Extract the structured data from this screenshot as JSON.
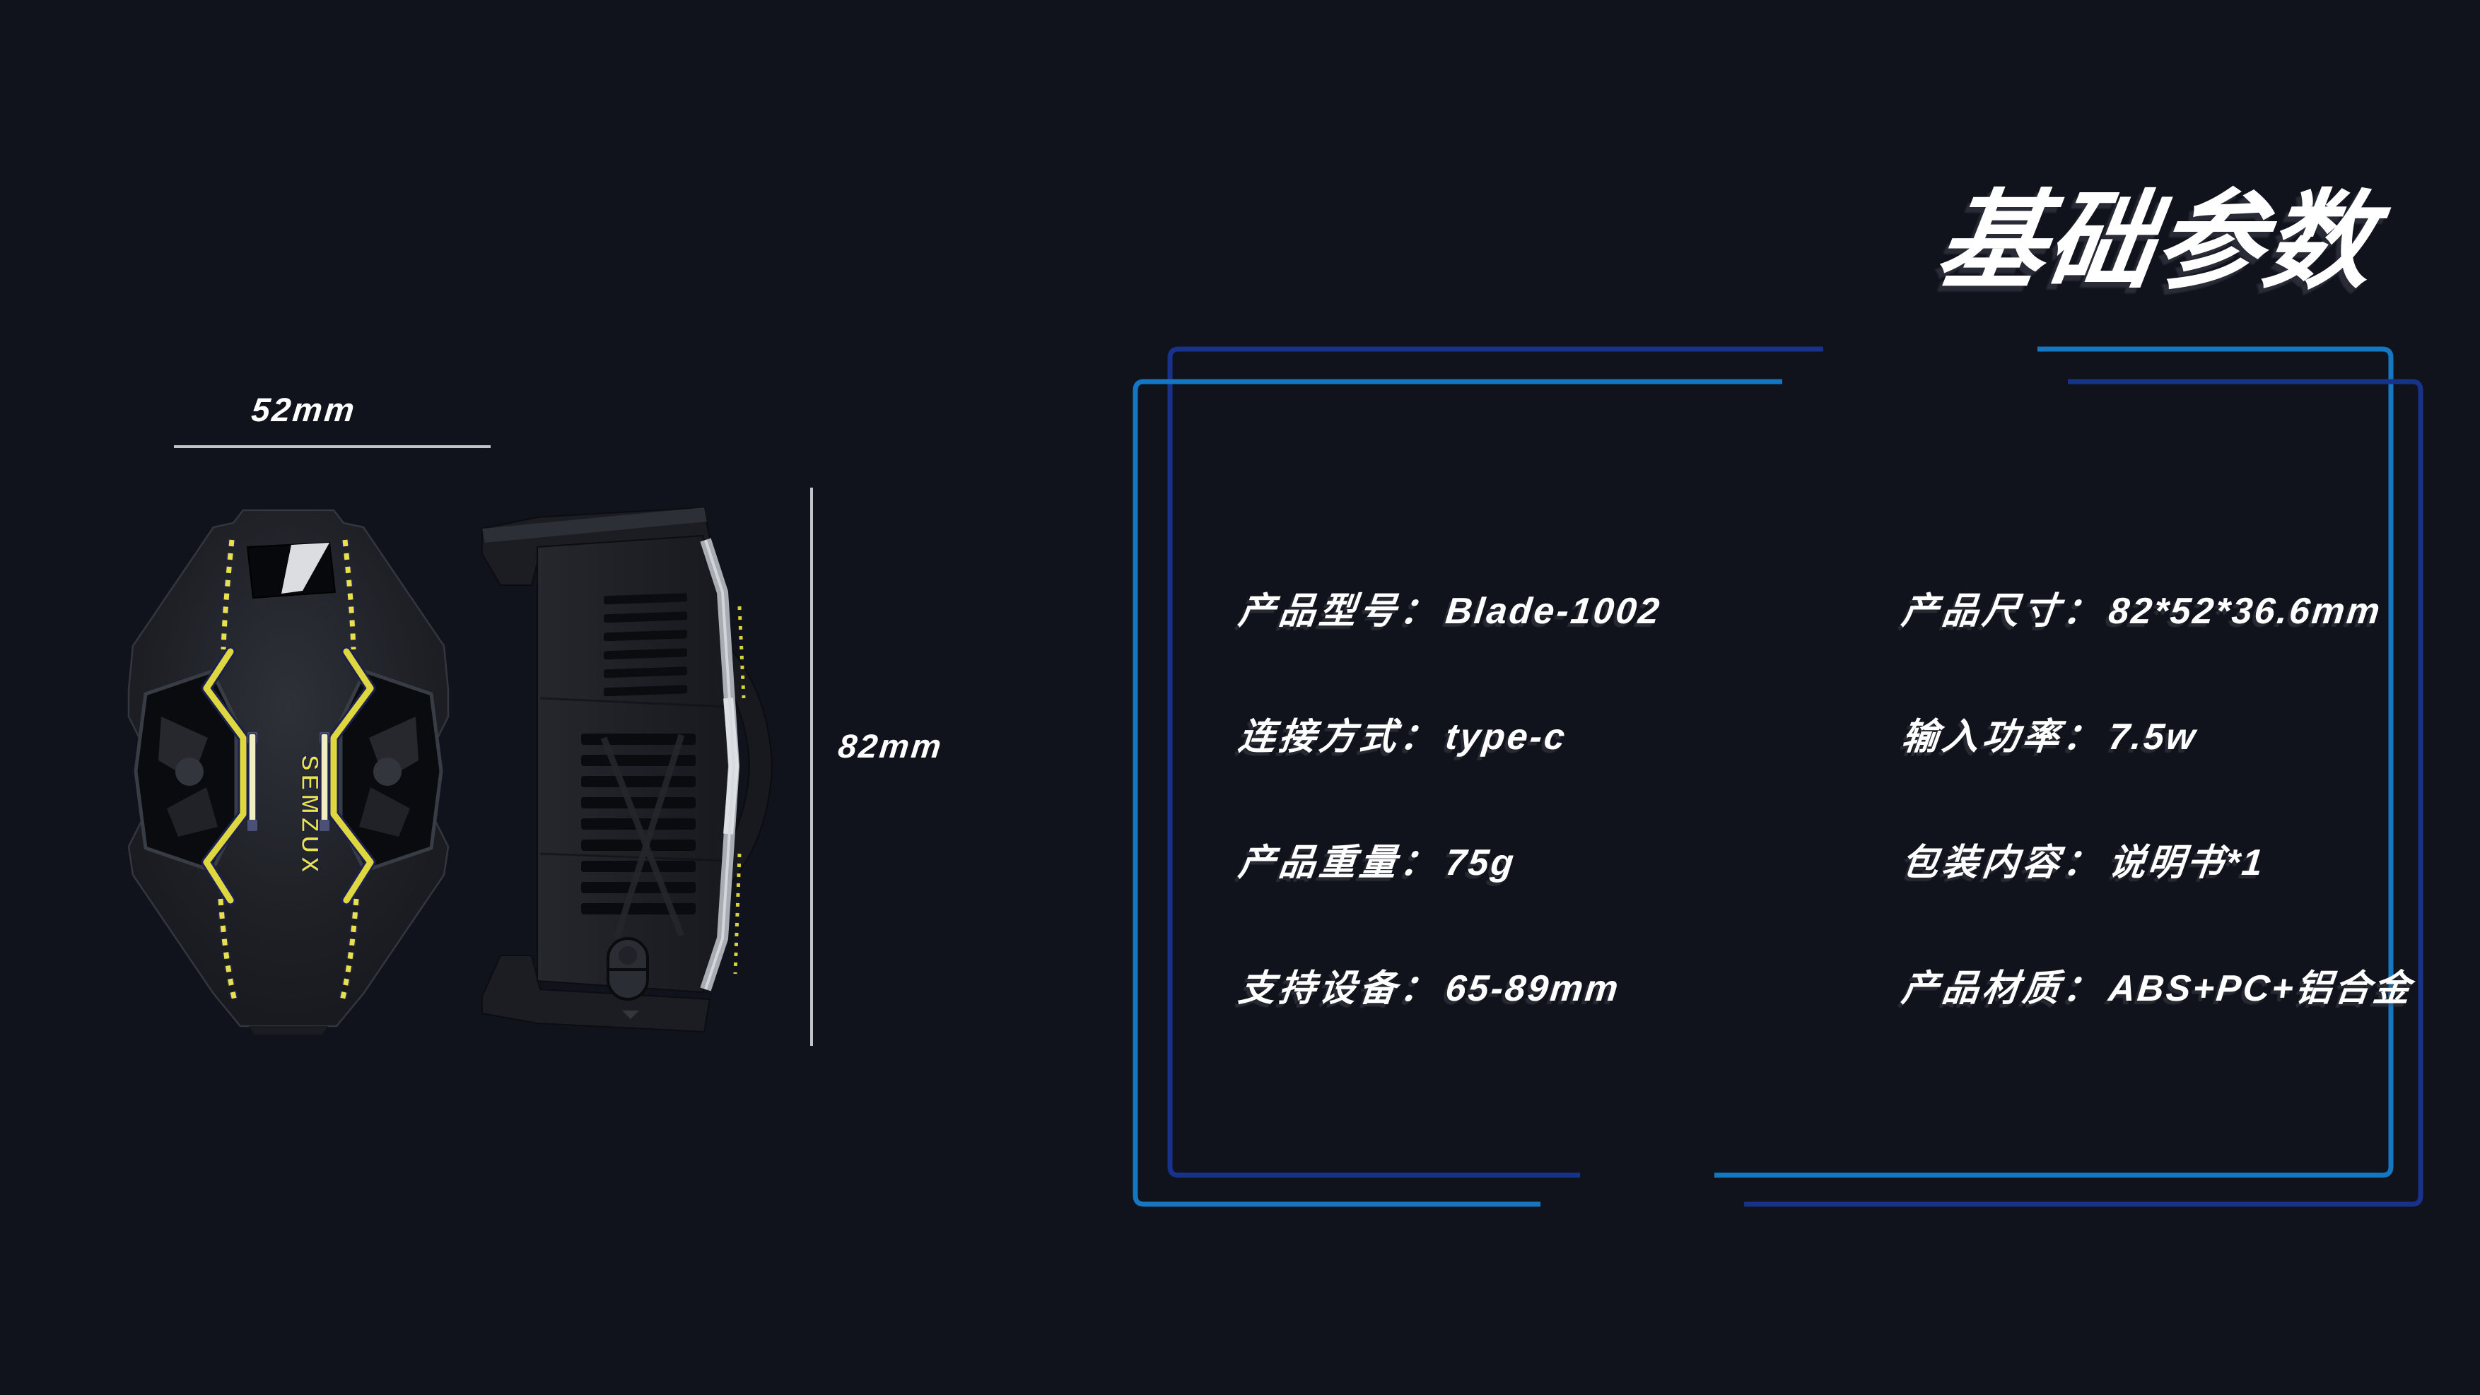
{
  "title": "基础参数",
  "product": {
    "brand": "SEMZUX",
    "model": "Blade-1002"
  },
  "dimensions": {
    "width": "52mm",
    "height": "82mm"
  },
  "specs": {
    "left": [
      {
        "label": "产品型号：",
        "value": "Blade-1002"
      },
      {
        "label": "连接方式：",
        "value": "type-c"
      },
      {
        "label": "产品重量：",
        "value": "75g"
      },
      {
        "label": "支持设备：",
        "value": "65-89mm"
      }
    ],
    "right": [
      {
        "label": "产品尺寸：",
        "value": "82*52*36.6mm"
      },
      {
        "label": "输入功率：",
        "value": "7.5w"
      },
      {
        "label": "包装内容：",
        "value": "说明书*1"
      },
      {
        "label": "产品材质：",
        "value": "ABS+PC+铝合金"
      }
    ]
  },
  "colors": {
    "background": "#11131c",
    "text": "#ffffff",
    "accent_light_blue": "#1377c4",
    "accent_dark_blue": "#16328c",
    "accent_yellow": "#e8e14c",
    "dim_line_gray": "#c2c3c7"
  }
}
